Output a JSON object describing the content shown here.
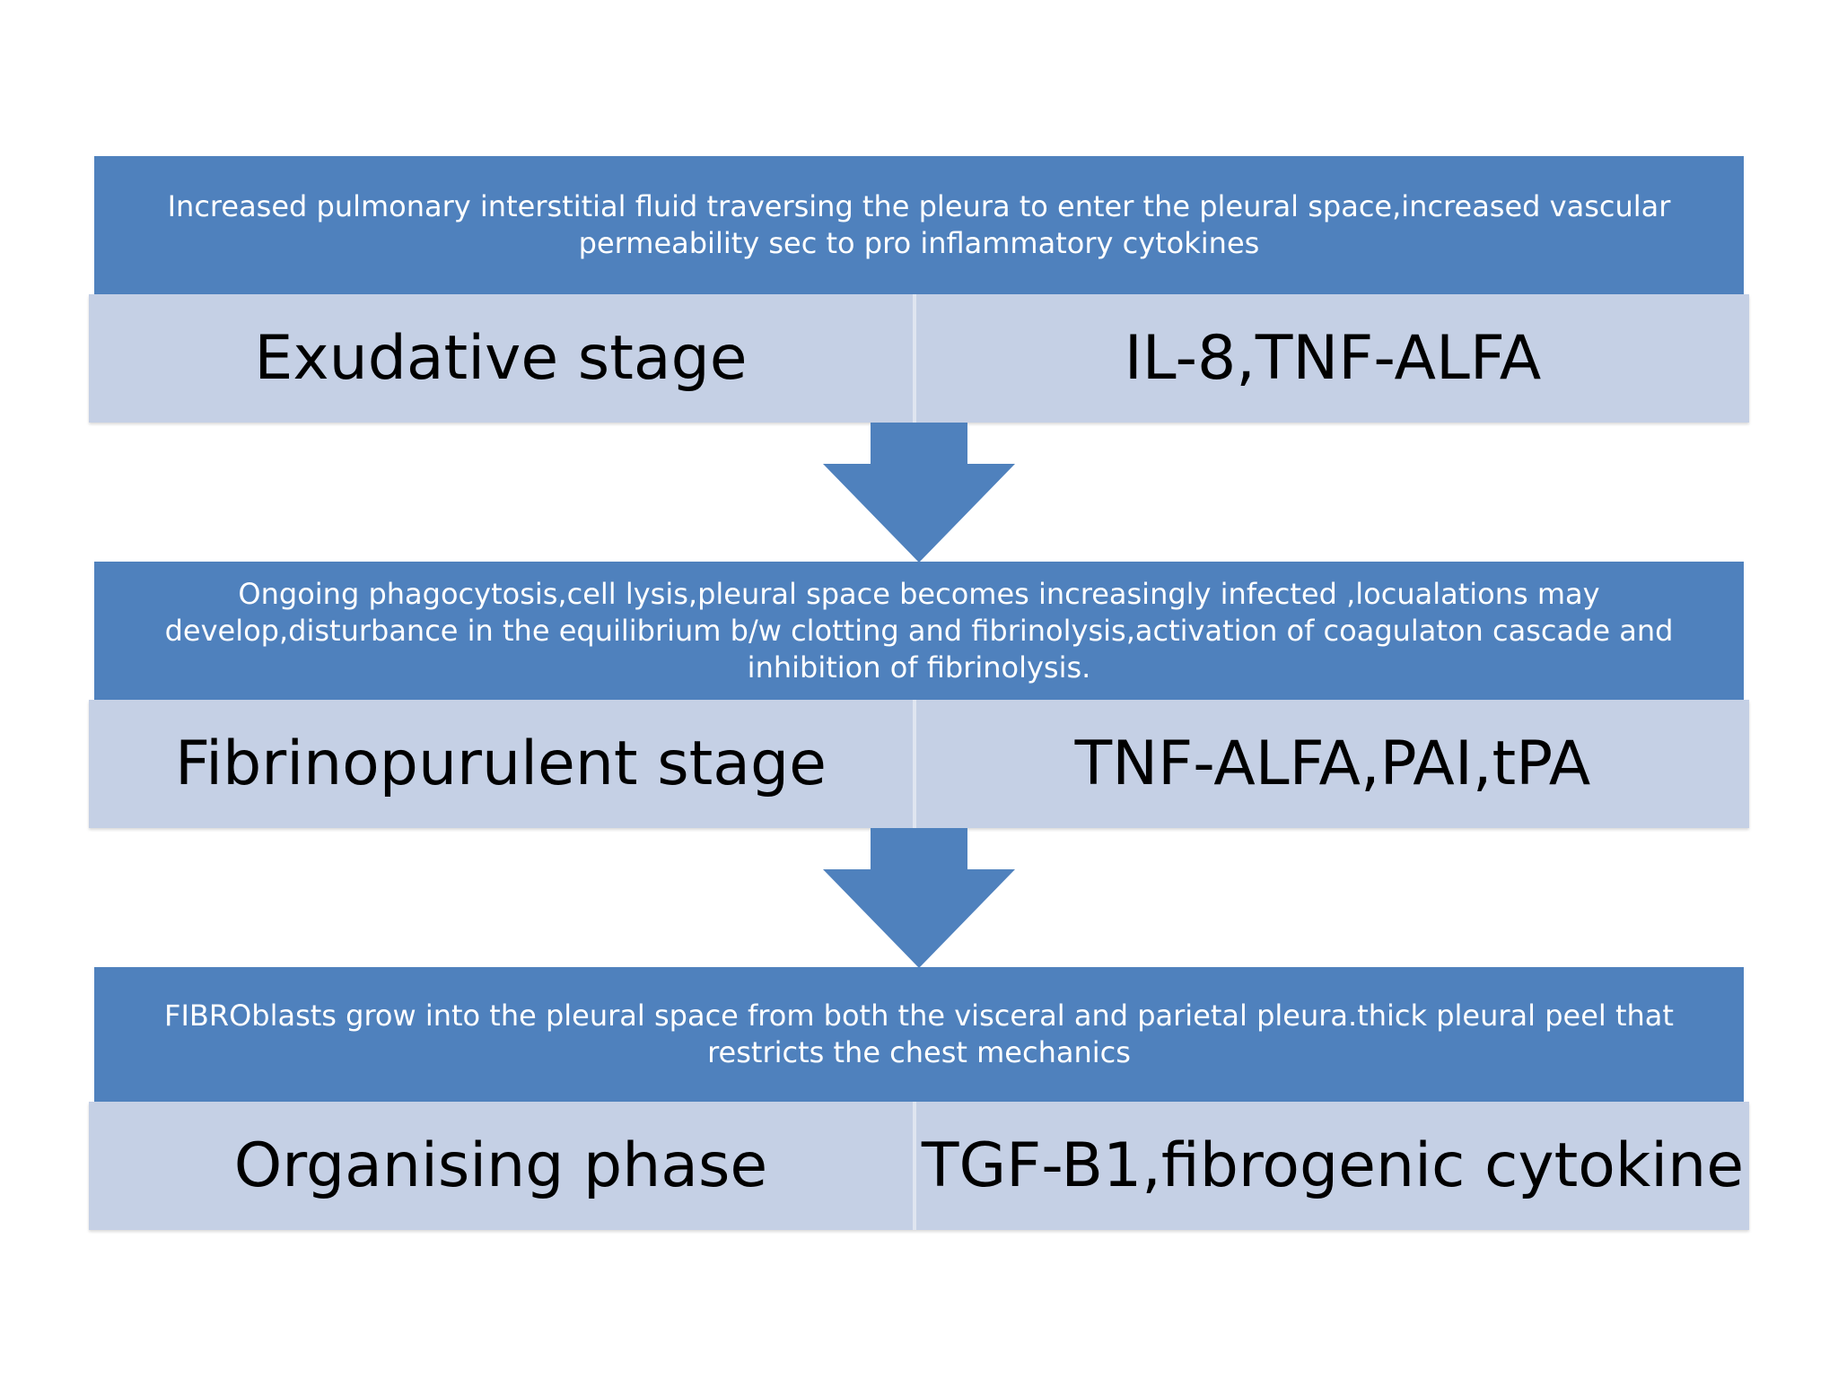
{
  "stages": [
    {
      "description": "Increased pulmonary interstitial fluid traversing the pleura to enter the pleural space,increased vascular permeability sec to pro inflammatory cytokines",
      "stage": "Exudative stage",
      "mediators": "IL-8,TNF-ALFA"
    },
    {
      "description": "Ongoing phagocytosis,cell lysis,pleural space becomes increasingly infected ,locualations may develop,disturbance in the equilibrium b/w clotting and fibrinolysis,activation  of coagulaton cascade and inhibition of fibrinolysis.",
      "stage": "Fibrinopurulent stage",
      "mediators": "TNF-ALFA,PAI,tPA"
    },
    {
      "description": "FIBROblasts grow into the pleural space from both the visceral and parietal pleura.thick pleural peel that restricts the chest mechanics",
      "stage": "Organising phase",
      "mediators": "TGF-B1,fibrogenic cytokine"
    }
  ],
  "colors": {
    "accent": "#4f81bd",
    "cell": "#c5d0e5"
  }
}
